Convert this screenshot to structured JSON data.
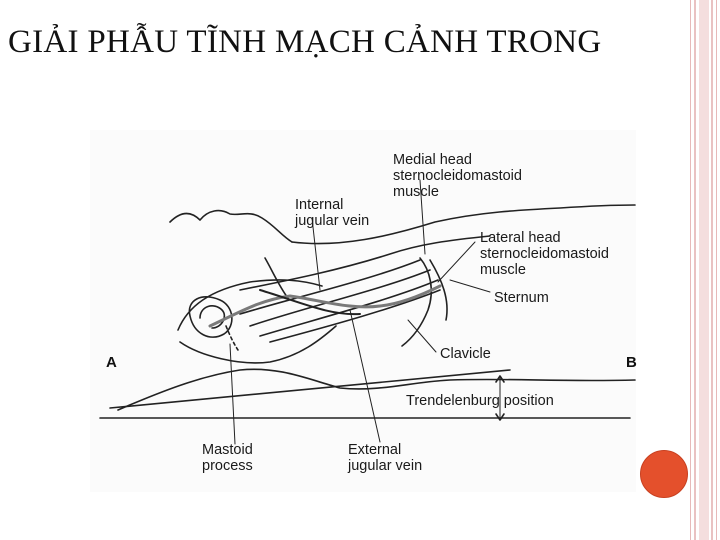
{
  "slide": {
    "title": "GIẢI PHẪU TĨNH MẠCH CẢNH TRONG",
    "accent_color": "#e4502c",
    "border_color": "#e9c2c2"
  },
  "figure": {
    "labels": {
      "medial_head": "Medial head\nsternocleidomastoid\nmuscle",
      "internal_jugular": "Internal\njugular vein",
      "lateral_head": "Lateral head\nsternocleidomastoid\nmuscle",
      "sternum": "Sternum",
      "clavicle": "Clavicle",
      "trendelenburg": "Trendelenburg position",
      "mastoid": "Mastoid\nprocess",
      "external_jugular": "External\njugular vein",
      "edge_left": "A",
      "edge_right": "B"
    }
  }
}
